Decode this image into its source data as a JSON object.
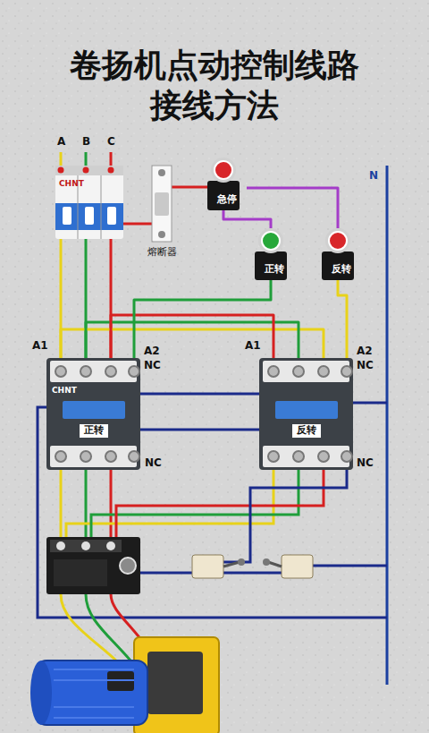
{
  "diagram": {
    "title": "卷扬机点动控制线路接线方法",
    "nodes": [
      {
        "text": [
          "CHNT"
        ]
      },
      {
        "text": [
          "熔断器"
        ]
      },
      {
        "text": [
          "急停"
        ]
      },
      {
        "text": [
          "正转"
        ]
      },
      {
        "text": [
          "反转"
        ]
      },
      {
        "text": [
          "CHNT",
          "正转"
        ]
      },
      {
        "text": [
          "反转"
        ]
      }
    ],
    "edges": [
      {
        "from": 0,
        "to": 1,
        "arrow": "none"
      },
      {
        "from": 0,
        "to": 5,
        "arrow": "none"
      },
      {
        "from": 0,
        "to": 5,
        "arrow": "none"
      },
      {
        "from": 0,
        "to": 5,
        "arrow": "none"
      },
      {
        "from": 5,
        "to": 6,
        "arrow": "none"
      },
      {
        "from": 5,
        "to": 6,
        "arrow": "none"
      },
      {
        "from": 5,
        "to": 6,
        "arrow": "none"
      },
      {
        "from": 1,
        "to": 2,
        "arrow": "none"
      },
      {
        "from": 2,
        "to": 3,
        "arrow": "none"
      },
      {
        "from": 2,
        "to": 4,
        "arrow": "none"
      },
      {
        "from": 3,
        "to": 5,
        "arrow": "none"
      },
      {
        "from": 4,
        "to": 6,
        "arrow": "none"
      },
      {
        "from": 5,
        "to": 6,
        "arrow": "none"
      },
      {
        "from": 6,
        "to": 5,
        "arrow": "none"
      }
    ],
    "labels": [
      "A",
      "B",
      "C",
      "A1",
      "A2",
      "NC",
      "NC",
      "A1",
      "A2",
      "NC",
      "NC",
      "N"
    ]
  }
}
